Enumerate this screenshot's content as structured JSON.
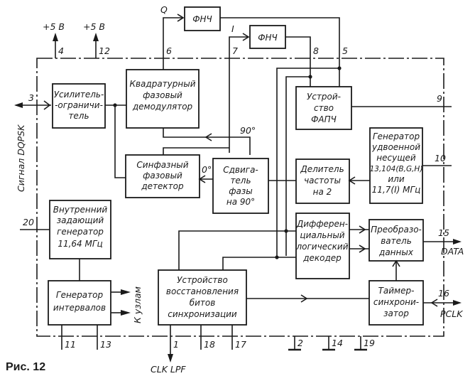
{
  "figure": {
    "caption": "Рис. 12",
    "power_labels": [
      "+5 В",
      "+5 В"
    ],
    "input_signal_label": "Сигнал DQPSK",
    "to_nodes_label": "К узлам",
    "signal_labels": {
      "q": "Q",
      "i": "I",
      "deg90": "90°",
      "deg0": "0°",
      "data": "DATA",
      "pclk": "PCLK",
      "clk_lpf": "CLK LPF"
    }
  },
  "blocks": {
    "lpf_q": [
      "ФНЧ"
    ],
    "lpf_i": [
      "ФНЧ"
    ],
    "amplifier_limiter": [
      "Усилитель-",
      "-ограничи-",
      "тель"
    ],
    "quadrature_demod": [
      "Квадратурный",
      "фазовый",
      "демодулятор"
    ],
    "pll": [
      "Устрой-",
      "ство",
      "ФАПЧ"
    ],
    "inphase_detector": [
      "Синфазный",
      "фазовый",
      "детектор"
    ],
    "phase_shifter": [
      "Сдвига-",
      "тель",
      "фазы",
      "на 90°"
    ],
    "freq_divider": [
      "Делитель",
      "частоты",
      "на 2"
    ],
    "carrier_generator": [
      "Генератор",
      "удвоенной",
      "несущей",
      "13,104(В,G,H)",
      "или",
      "11,7(I) МГц"
    ],
    "internal_oscillator": [
      "Внутренний",
      "задающий",
      "генератор",
      "11,64 МГц"
    ],
    "diff_decoder": [
      "Дифферен-",
      "циальный",
      "логический",
      "декодер"
    ],
    "data_converter": [
      "Преобразо-",
      "ватель",
      "данных"
    ],
    "interval_generator": [
      "Генератор",
      "интервалов"
    ],
    "bit_sync_recovery": [
      "Устройство",
      "восстановления",
      "битов",
      "синхронизации"
    ],
    "timer_sync": [
      "Таймер-",
      "синхрони-",
      "затор"
    ]
  },
  "pins": {
    "p1": "1",
    "p2": "2",
    "p3": "3",
    "p4": "4",
    "p5": "5",
    "p6": "6",
    "p7": "7",
    "p8": "8",
    "p9": "9",
    "p10": "10",
    "p11": "11",
    "p12": "12",
    "p13": "13",
    "p14": "14",
    "p15": "15",
    "p16": "16",
    "p17": "17",
    "p18": "18",
    "p19": "19",
    "p20": "20"
  }
}
